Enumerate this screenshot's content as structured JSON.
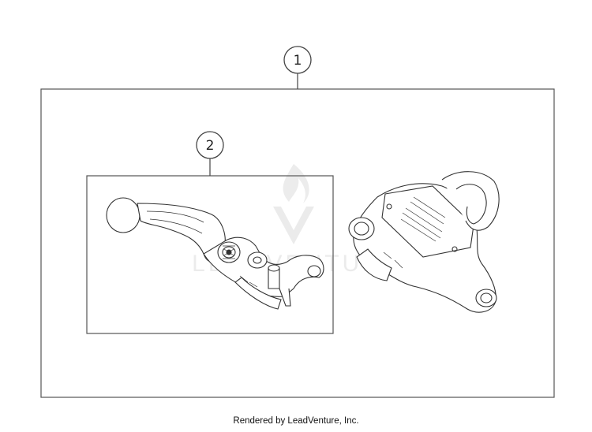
{
  "callouts": [
    {
      "label": "1"
    },
    {
      "label": "2"
    }
  ],
  "parts": {
    "assembly": "outer-box",
    "sub_assembly": "inner-box"
  },
  "watermark": {
    "text": "LEADVENTURE"
  },
  "footer": {
    "text": "Rendered by LeadVenture, Inc."
  }
}
